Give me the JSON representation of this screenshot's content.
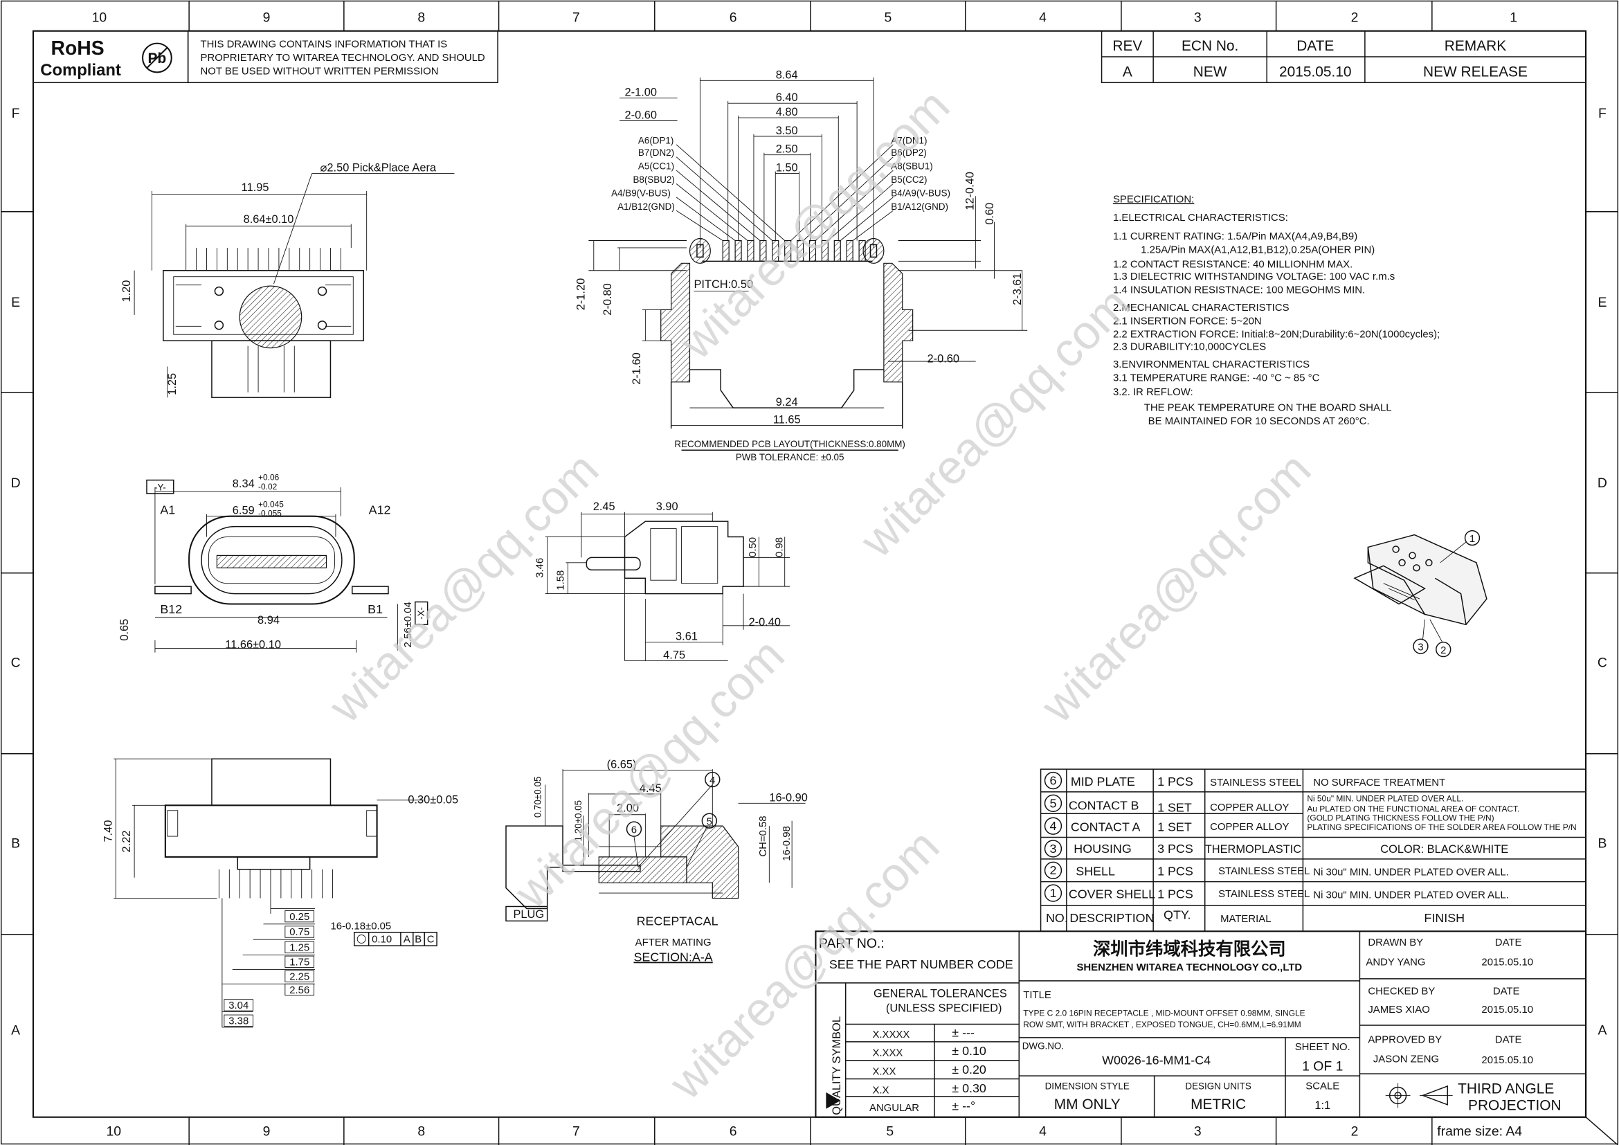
{
  "frame": {
    "columns": [
      "10",
      "9",
      "8",
      "7",
      "6",
      "5",
      "4",
      "3",
      "2",
      "1"
    ],
    "rows": [
      "F",
      "E",
      "D",
      "C",
      "B",
      "A"
    ],
    "frame_size": "frame size: A4"
  },
  "header": {
    "rohs_line1": "RoHS",
    "rohs_line2": "Compliant",
    "pb_symbol": "Pb",
    "notice": [
      "THIS DRAWING CONTAINS INFORMATION THAT IS",
      "PROPRIETARY TO WITAREA TECHNOLOGY. AND SHOULD",
      "NOT BE USED WITHOUT WRITTEN PERMISSION"
    ]
  },
  "revision": {
    "headers": [
      "REV",
      "ECN No.",
      "DATE",
      "REMARK"
    ],
    "row": [
      "A",
      "NEW",
      "2015.05.10",
      "NEW RELEASE"
    ]
  },
  "specification": {
    "title": "SPECIFICATION:",
    "lines": [
      "1.ELECTRICAL  CHARACTERISTICS:",
      "1.1  CURRENT  RATING:  1.5A/Pin  MAX(A4,A9,B4,B9)",
      "1.25A/Pin  MAX(A1,A12,B1,B12),0.25A(OHER  PIN)",
      "1.2  CONTACT  RESISTANCE:  40  MILLIONHM  MAX.",
      "1.3  DIELECTRIC  WITHSTANDING  VOLTAGE:  100  VAC  r.m.s",
      "1.4  INSULATION  RESISTNACE:  100  MEGOHMS  MIN.",
      "2.MECHANICAL  CHARACTERISTICS",
      "2.1  INSERTION  FORCE:  5~20N",
      "2.2  EXTRACTION  FORCE:  Initial:8~20N;Durability:6~20N(1000cycles);",
      "2.3  DURABILITY:10,000CYCLES",
      "3.ENVIRONMENTAL    CHARACTERISTICS",
      "3.1  TEMPERATURE  RANGE:  -40 °C  ~  85 °C",
      "3.2.  IR  REFLOW:",
      "THE  PEAK  TEMPERATURE  ON  THE  BOARD  SHALL",
      "BE  MAINTAINED  FOR  10  SECONDS  AT  260°C."
    ]
  },
  "views": {
    "top": {
      "dims": [
        "11.95",
        "8.64±0.10",
        "⌀2.50  Pick&Place  Aera",
        "1.20",
        "1.25"
      ]
    },
    "front": {
      "dims": [
        "-Y-",
        "8.34",
        "+0.06",
        "-0.02",
        "A1",
        "6.59",
        "+0.045",
        "-0.055",
        "A12",
        "B12",
        "8.94",
        "B1",
        "0.65",
        "11.66±0.10",
        "2.56±0.04",
        "-X-"
      ]
    },
    "side_bottom": {
      "dims": [
        "7.40",
        "2.22",
        "0.30±0.05",
        "16-0.18±0.05",
        "0.10",
        "A",
        "B",
        "C",
        "0.25",
        "0.75",
        "1.25",
        "1.75",
        "2.25",
        "2.56",
        "3.04",
        "3.38"
      ]
    },
    "pcb_layout": {
      "dims": [
        "8.64",
        "2-1.00",
        "6.40",
        "2-0.60",
        "4.80",
        "3.50",
        "2.50",
        "1.50",
        "12-0.40",
        "0.60",
        "PITCH:0.50",
        "2-1.20",
        "2-0.80",
        "2-3.61",
        "2-1.60",
        "2-0.60",
        "9.24",
        "11.65"
      ],
      "pins_left": [
        "A6(DP1)",
        "B7(DN2)",
        "A5(CC1)",
        "B8(SBU2)",
        "A4/B9(V-BUS)",
        "A1/B12(GND)"
      ],
      "pins_right": [
        "A7(DN1)",
        "B6(DP2)",
        "A8(SBU1)",
        "B5(CC2)",
        "B4/A9(V-BUS)",
        "B1/A12(GND)"
      ],
      "caption": "RECOMMENDED  PCB  LAYOUT(THICKNESS:0.80MM)",
      "tolerance": "PWB  TOLERANCE:  ±0.05"
    },
    "side": {
      "dims": [
        "2.45",
        "3.90",
        "3.46",
        "1.58",
        "0.50",
        "0.98",
        "2-0.40",
        "3.61",
        "4.75"
      ]
    },
    "section": {
      "dims": [
        "(6.65)",
        "4.45",
        "2.00",
        "0.70±0.05",
        "1.20±0.05",
        "16-0.90",
        "CH=0.58",
        "16-0.98"
      ],
      "balloons": [
        "4",
        "5",
        "6"
      ],
      "plug": "PLUG",
      "receptacle": "RECEPTACAL",
      "after_mating": "AFTER MATING",
      "section_label": "SECTION:A-A"
    },
    "iso": {
      "balloons": [
        "1",
        "2",
        "3"
      ]
    }
  },
  "bom": {
    "rows": [
      {
        "no": "6",
        "description": "MID  PLATE",
        "qty": "1  PCS",
        "material": "STAINLESS  STEEL",
        "finish": "NO  SURFACE  TREATMENT"
      },
      {
        "no": "5",
        "description": "CONTACT  B",
        "qty": "1  SET",
        "material": "COPPER  ALLOY"
      },
      {
        "no": "4",
        "description": "CONTACT  A",
        "qty": "1  SET",
        "material": "COPPER  ALLOY"
      },
      {
        "no": "3",
        "description": "HOUSING",
        "qty": "3  PCS",
        "material": "THERMOPLASTIC",
        "finish": "COLOR:  BLACK&WHITE"
      },
      {
        "no": "2",
        "description": "SHELL",
        "qty": "1  PCS",
        "material": "STAINLESS  STEEL",
        "finish": "Ni  30u\"  MIN.  UNDER  PLATED  OVER  ALL."
      },
      {
        "no": "1",
        "description": "COVER  SHELL",
        "qty": "1  PCS",
        "material": "STAINLESS  STEEL",
        "finish": "Ni  30u\"  MIN.  UNDER  PLATED  OVER  ALL."
      }
    ],
    "contact_finish": [
      "Ni  50u\"  MIN.  UNDER  PLATED  OVER  ALL.",
      "Au  PLATED  ON  THE  FUNCTIONAL  AREA  OF  CONTACT.",
      "(GOLD  PLATING  THICKNESS  FOLLOW  THE  P/N)",
      "PLATING  SPECIFICATIONS  OF  THE  SOLDER  AREA  FOLLOW  THE  P/N"
    ],
    "headers": {
      "no": "NO.",
      "description": "DESCRIPTION",
      "qty": "QTY.",
      "material": "MATERIAL",
      "finish": "FINISH"
    }
  },
  "title_block": {
    "part_no_label": "PART  NO.:",
    "part_no_value": "SEE  THE  PART  NUMBER  CODE",
    "company_cn": "深圳市纬域科技有限公司",
    "company_en": "SHENZHEN  WITAREA  TECHNOLOGY  CO.,LTD",
    "quality_symbol": "QUALITY  SYMBOL",
    "general_tolerances": "GENERAL  TOLERANCES",
    "unless_specified": "(UNLESS  SPECIFIED)",
    "tolerances": [
      {
        "format": "X.XXXX",
        "value": "± ---"
      },
      {
        "format": "X.XXX",
        "value": "± 0.10"
      },
      {
        "format": "X.XX",
        "value": "± 0.20"
      },
      {
        "format": "X.X",
        "value": "± 0.30"
      },
      {
        "format": "ANGULAR",
        "value": "± --°"
      }
    ],
    "title_label": "TITLE",
    "title_lines": [
      "TYPE C 2.0 16PIN RECEPTACLE , MID-MOUNT OFFSET 0.98MM, SINGLE",
      "ROW SMT,   WITH BRACKET , EXPOSED TONGUE, CH=0.6MM,L=6.91MM"
    ],
    "dwg_no_label": "DWG.NO.",
    "dwg_no": "W0026-16-MM1-C4",
    "sheet_label": "SHEET  NO.",
    "sheet_value": "1  OF  1",
    "dimension_style_label": "DIMENSION  STYLE",
    "dimension_style": "MM  ONLY",
    "design_units_label": "DESIGN  UNITS",
    "design_units": "METRIC",
    "scale_label": "SCALE",
    "scale": "1:1",
    "drawn_by_label": "DRAWN  BY",
    "drawn_by": "ANDY  YANG",
    "checked_by_label": "CHECKED  BY",
    "checked_by": "JAMES  XIAO",
    "approved_by_label": "APPROVED  BY",
    "approved_by": "JASON  ZENG",
    "date_label": "DATE",
    "drawn_date": "2015.05.10",
    "checked_date": "2015.05.10",
    "approved_date": "2015.05.10",
    "projection_line1": "THIRD  ANGLE",
    "projection_line2": "PROJECTION"
  },
  "watermark": "witarea@qq.com"
}
